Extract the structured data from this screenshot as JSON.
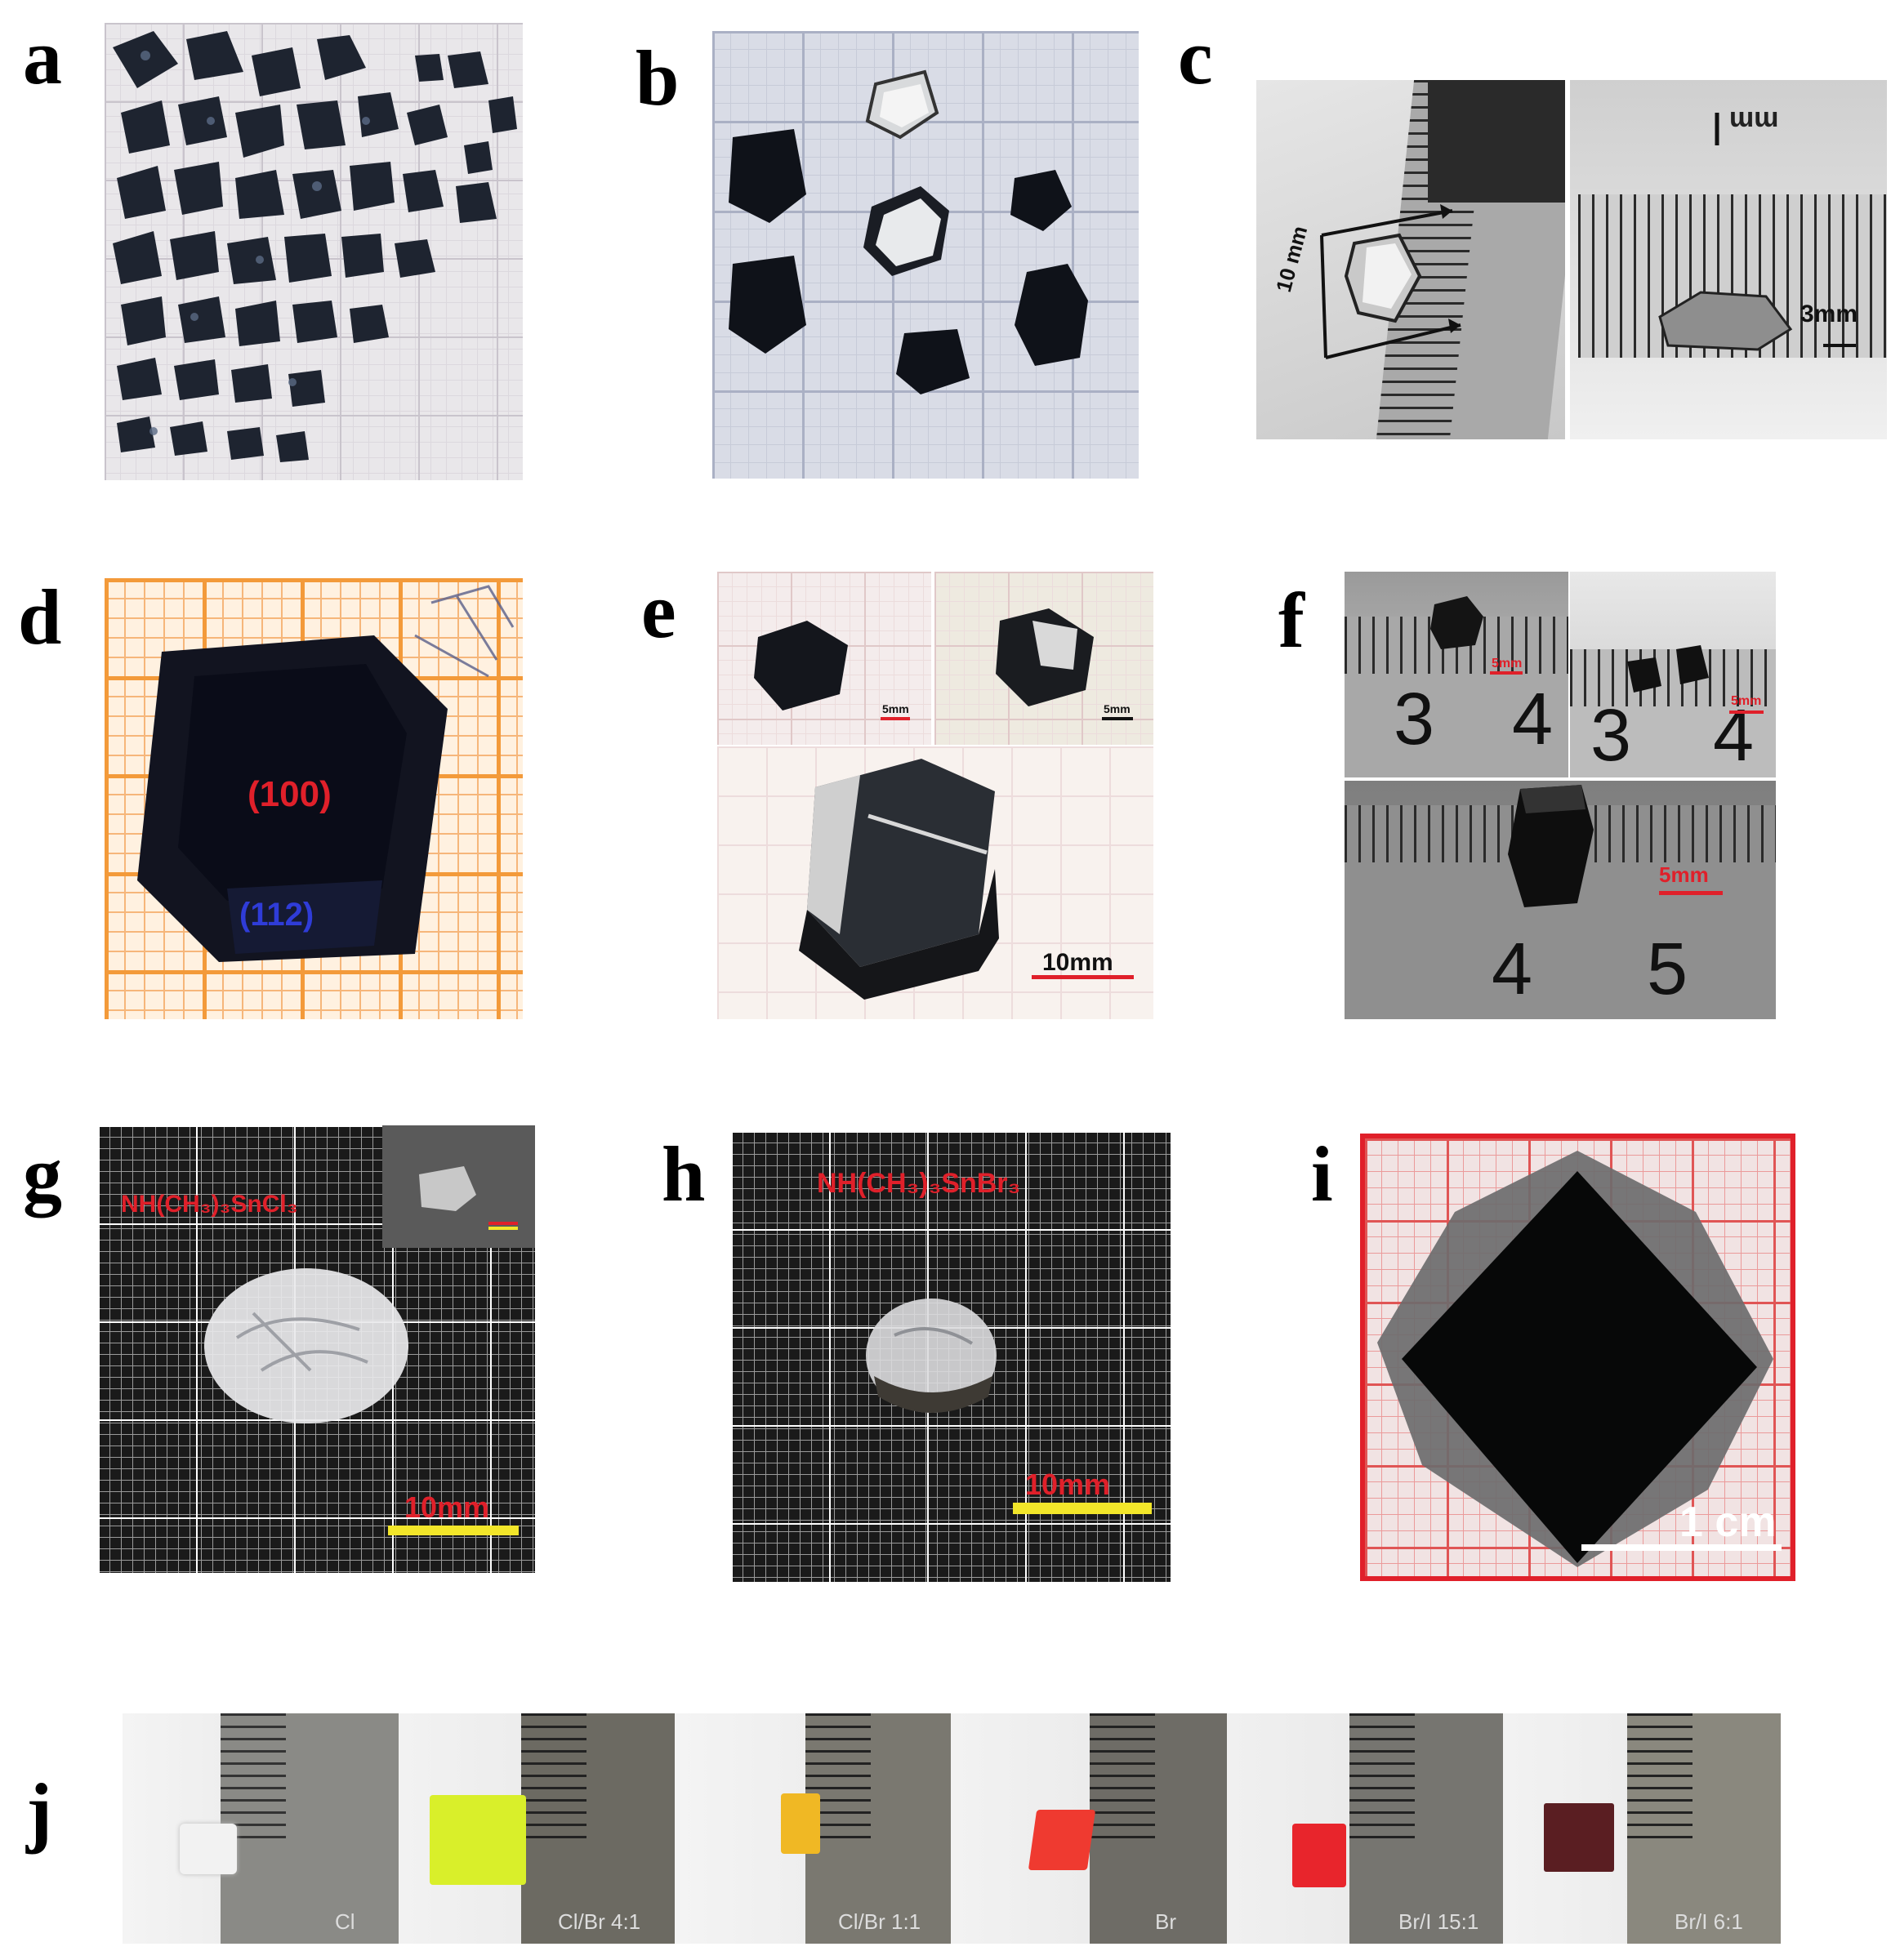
{
  "panels": {
    "a": {
      "label": "a"
    },
    "b": {
      "label": "b"
    },
    "c": {
      "label": "c",
      "left_scale": "10 mm",
      "right_scale": "3mm",
      "ruler_unit": "mm"
    },
    "d": {
      "label": "d",
      "facet_top": "(100)",
      "facet_bottom": "(112)"
    },
    "e": {
      "label": "e",
      "scale_small_left": "5mm",
      "scale_small_right": "5mm",
      "scale_main": "10mm"
    },
    "f": {
      "label": "f",
      "ruler_nums_top_left": [
        "3",
        "4"
      ],
      "ruler_nums_top_right": [
        "3",
        "4"
      ],
      "ruler_nums_bottom": [
        "4",
        "5"
      ],
      "scale_top_left": "5mm",
      "scale_top_right": "5mm",
      "scale_bottom": "5mm"
    },
    "g": {
      "label": "g",
      "formula": "NH(CH₃)₃SnCl₃",
      "scale": "10mm"
    },
    "h": {
      "label": "h",
      "formula": "NH(CH₃)₃SnBr₃",
      "scale": "10mm"
    },
    "i": {
      "label": "i",
      "scale": "1 cm"
    },
    "j": {
      "label": "j",
      "samples": [
        "Cl",
        "Cl/Br 4:1",
        "Cl/Br 1:1",
        "Br",
        "Br/I 15:1",
        "Br/I 6:1"
      ]
    }
  },
  "colors": {
    "scale_red": "#e0202a",
    "scale_yellow": "#f2e62a",
    "facet_blue": "#2f3cd8",
    "j_sample_colors": [
      "#f2f2f2",
      "#d9ef2a",
      "#f0b824",
      "#ef3a30",
      "#e8252c",
      "#5a1e22"
    ]
  }
}
